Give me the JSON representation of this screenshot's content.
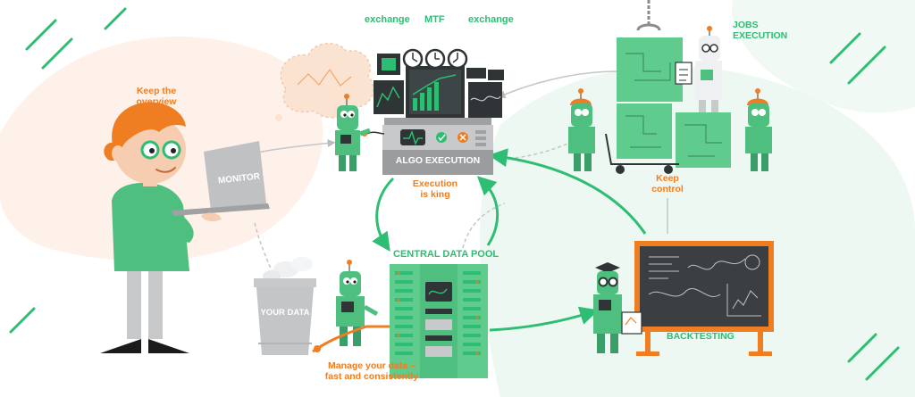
{
  "labels": {
    "exchange_left": "exchange",
    "mtf": "MTF",
    "exchange_right": "exchange",
    "jobs_execution": [
      "JOBS",
      "EXECUTION"
    ],
    "keep_overview": [
      "Keep the",
      "overview"
    ],
    "monitor": "MONITOR",
    "algo_execution": "ALGO EXECUTION",
    "execution_is_king": [
      "Execution",
      "is king"
    ],
    "keep_control": [
      "Keep",
      "control"
    ],
    "central_data_pool": "CENTRAL DATA POOL",
    "your_data": "YOUR DATA",
    "manage_data": [
      "Manage your data –",
      "fast and consistently"
    ],
    "backtesting": "BACKTESTING"
  },
  "colors": {
    "accent_green": "#2dbd73",
    "robot_green": "#4fbf7f",
    "dark_green": "#1f8a52",
    "orange": "#ef7d22",
    "machine_grey": "#c8c9cb",
    "screen_dark": "#2f3436",
    "board_dark": "#3b3f41"
  }
}
